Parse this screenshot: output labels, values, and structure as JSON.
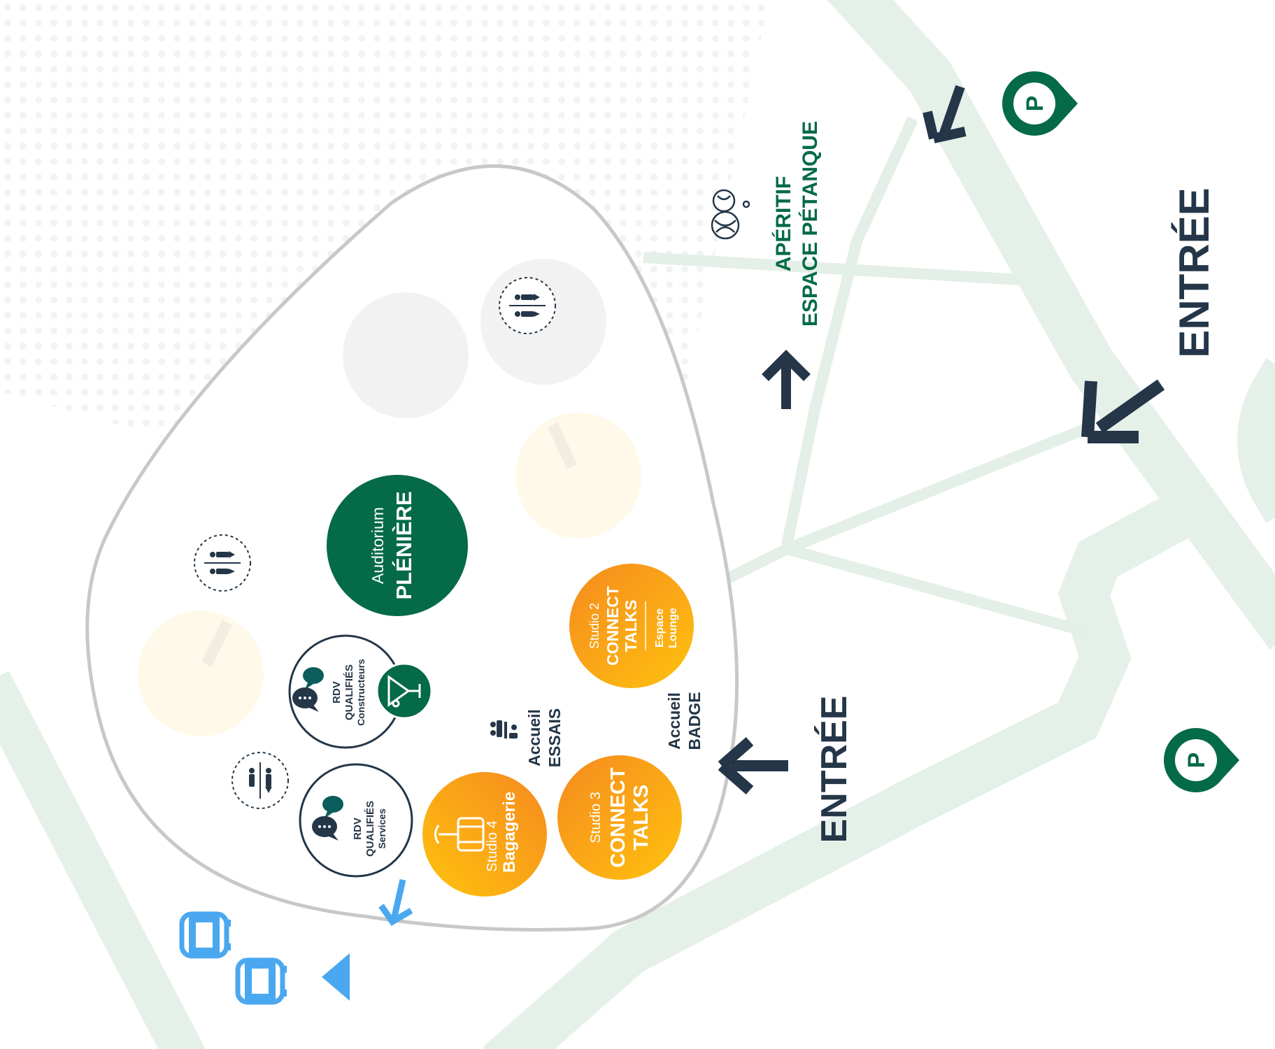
{
  "colors": {
    "navy": "#243648",
    "green": "#046a47",
    "teal": "#0a5d5a",
    "orange_light": "#ffbe0b",
    "orange_dark": "#f7941d",
    "blue": "#4aa8f0",
    "path_green": "#e5f0e9",
    "outline": "#c8c8c8"
  },
  "labels": {
    "entree_right": "ENTRÉE",
    "entree_center": "ENTRÉE",
    "aperitif": "APÉRITIF",
    "espace_petanque": "ESPACE PÉTANQUE",
    "auditorium": "Auditorium",
    "pleniere": "PLÉNIÈRE",
    "studio2": "Studio 2",
    "connect": "CONNECT",
    "talks": "TALKS",
    "espace": "Espace",
    "lounge": "Lounge",
    "studio3": "Studio 3",
    "connect3": "CONNECT",
    "talks3": "TALKS",
    "studio4": "Studio 4",
    "bagagerie": "Bagagerie",
    "accueil_badge_1": "Accueil",
    "accueil_badge_2": "BADGE",
    "accueil_essais_1": "Accueil",
    "accueil_essais_2": "ESSAIS",
    "rdv_c1": "RDV",
    "rdv_c2": "QUALIFIÉS",
    "rdv_c3": "Constructeurs",
    "rdv_s1": "RDV",
    "rdv_s2": "QUALIFIÉS",
    "rdv_s3": "Services",
    "parking": "P"
  },
  "icons": {
    "parking": "parking-pin-icon",
    "restroom": "restroom-icon",
    "petanque": "petanque-balls-icon",
    "cocktail": "cocktail-glass-icon",
    "chat": "chat-bubbles-icon",
    "luggage": "luggage-icon",
    "meeting": "meeting-people-icon",
    "car": "car-icon",
    "arrow": "direction-arrow-icon"
  }
}
